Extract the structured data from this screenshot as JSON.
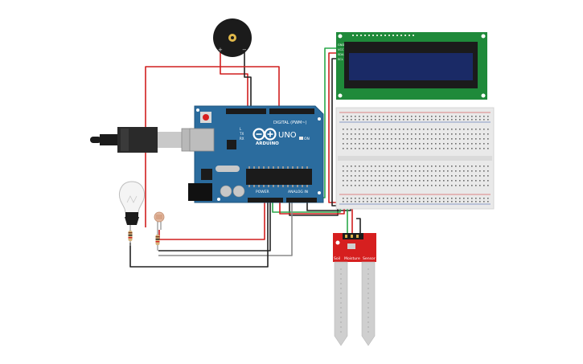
{
  "arduino": {
    "brand": "ARDUINO",
    "model": "UNO",
    "digital_label": "DIGITAL (PWM~)",
    "power_label": "POWER",
    "analog_label": "ANALOG IN",
    "on_label": "ON",
    "tx_label": "TX",
    "rx_label": "RX",
    "l_label": "L",
    "board_color": "#2b6c9e"
  },
  "lcd": {
    "pins": [
      "GND",
      "VCC",
      "SDA",
      "SCL"
    ],
    "board_color": "#1f8a3a",
    "screen_color": "#1a2a66"
  },
  "sensor": {
    "labels": [
      "Soil",
      "Moisture",
      "Sensor"
    ],
    "board_color": "#d61f1f"
  },
  "buzzer": {
    "plus": "+",
    "minus": "−"
  },
  "wire_colors": {
    "red": "#d11f1f",
    "black": "#222222",
    "green": "#2aa84a",
    "grey": "#8a8a8a"
  }
}
